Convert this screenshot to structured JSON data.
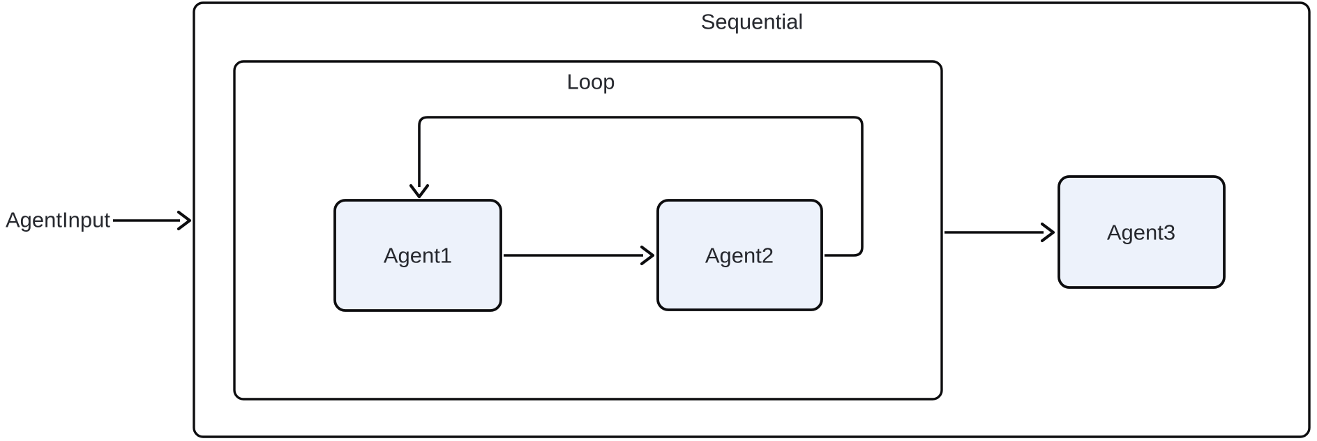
{
  "diagram": {
    "kind": "agent-workflow-flowchart",
    "direction": "left-to-right",
    "input": {
      "label": "AgentInput"
    },
    "groups": {
      "sequential": {
        "label": "Sequential"
      },
      "loop": {
        "label": "Loop"
      }
    },
    "nodes": {
      "agent1": {
        "label": "Agent1"
      },
      "agent2": {
        "label": "Agent2"
      },
      "agent3": {
        "label": "Agent3"
      }
    },
    "edges": [
      {
        "from": "AgentInput",
        "to": "Sequential",
        "kind": "input-arrow"
      },
      {
        "from": "Agent1",
        "to": "Agent2",
        "kind": "forward"
      },
      {
        "from": "Agent2",
        "to": "Agent1",
        "kind": "loop-back"
      },
      {
        "from": "Loop",
        "to": "Agent3",
        "kind": "forward"
      }
    ],
    "colors": {
      "background": "#ffffff",
      "line": "#0d0d0f",
      "node_fill": "#edf2fb",
      "text": "#26282e"
    }
  }
}
